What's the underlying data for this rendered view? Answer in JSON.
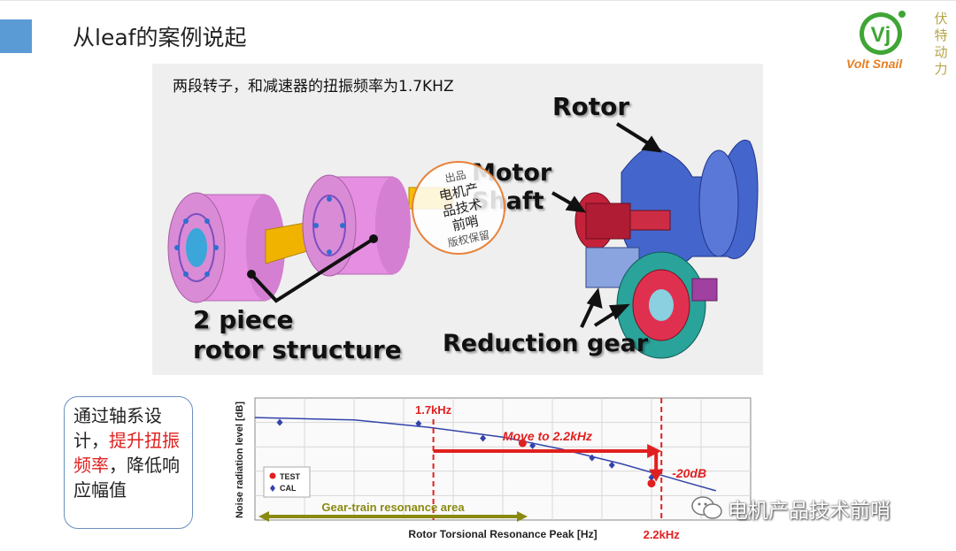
{
  "slide": {
    "title": "从leaf的案例说起",
    "subtitle": "两段转子，和减速器的扭振频率为1.7KHZ"
  },
  "brand": {
    "logo_letters": "Vj",
    "name_en": "Volt Snail",
    "name_cn": "伏特动力"
  },
  "illustration": {
    "rotor": "Rotor",
    "motor_shaft_line1": "Motor",
    "motor_shaft_line2": "Shaft",
    "two_piece_line1": "2 piece",
    "two_piece_line2": "rotor structure",
    "reduction_gear": "Reduction gear"
  },
  "watermark": {
    "line1": "出品",
    "line2": "电机产",
    "line3": "品技术",
    "line4": "前哨",
    "line5": "版权保留"
  },
  "callout": {
    "text_before": "通过轴系设计，",
    "highlight": "提升扭振频率",
    "text_after": "，降低响应幅值"
  },
  "chart_data": {
    "type": "scatter",
    "xlabel": "Rotor Torsional Resonance Peak [Hz]",
    "ylabel": "Noise radiation level [dB]",
    "legend": [
      "TEST",
      "CAL"
    ],
    "legend_position": "left",
    "grid": true,
    "series": [
      {
        "name": "CAL",
        "marker": "diamond",
        "color": "#3344aa",
        "x": [
          0.05,
          0.33,
          0.46,
          0.56,
          0.68,
          0.72,
          0.8
        ],
        "y": [
          0.8,
          0.79,
          0.67,
          0.61,
          0.51,
          0.45,
          0.35
        ]
      },
      {
        "name": "TEST",
        "marker": "circle",
        "color": "#e02020",
        "x": [
          0.54,
          0.8
        ],
        "y": [
          0.63,
          0.3
        ]
      }
    ],
    "fit_curve": {
      "x": [
        0.0,
        0.2,
        0.35,
        0.5,
        0.62,
        0.74,
        0.86,
        0.93
      ],
      "y": [
        0.84,
        0.82,
        0.76,
        0.68,
        0.58,
        0.46,
        0.32,
        0.24
      ]
    },
    "markers": {
      "low_freq": "1.7kHz",
      "low_freq_pos": 0.36,
      "high_freq": "2.2kHz",
      "high_freq_pos": 0.82
    },
    "annotations": {
      "move": "Move to 2.2kHz",
      "reduction": "-20dB",
      "area": "Gear-train resonance area"
    },
    "colors": {
      "accent": "#e02020",
      "area": "#8a8a10",
      "curve": "#3344aa"
    }
  },
  "footer": {
    "wechat_name": "电机产品技术前哨",
    "wechat_icon": "wechat-icon"
  },
  "colors": {
    "accent_bar": "#5b9bd5",
    "callout_border": "#6a8fc0",
    "highlight": "#e02020"
  }
}
